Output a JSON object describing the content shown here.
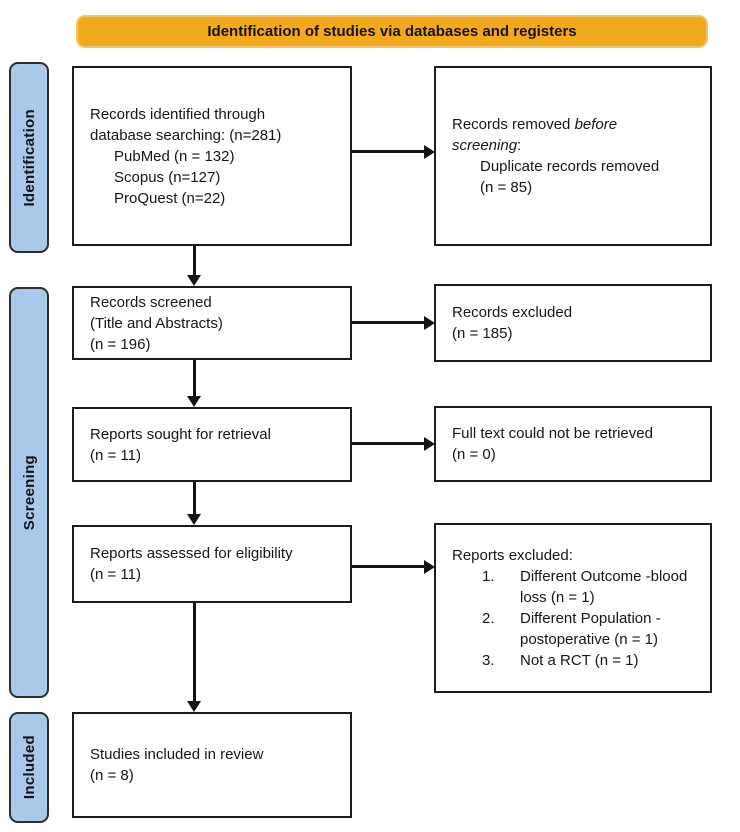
{
  "colors": {
    "banner_bg": "#F2A91C",
    "banner_border": "#F4C468",
    "stage_bg": "#A9C9EA",
    "box_border": "#1c1c1c"
  },
  "banner": {
    "label": "Identification of studies via databases and registers"
  },
  "stages": {
    "identification": "Identification",
    "screening": "Screening",
    "included": "Included"
  },
  "boxes": {
    "identified": {
      "line1": "Records identified through",
      "line2": "database searching: (n=281)",
      "sub1": "PubMed (n = 132)",
      "sub2": "Scopus (n=127)",
      "sub3": "ProQuest (n=22)"
    },
    "removed": {
      "line1_text": "Records removed",
      "line1_italic": "before",
      "line2_italic": "screening",
      "line2_colon": ":",
      "sub1": "Duplicate records removed",
      "sub2": "(n = 85)"
    },
    "screened": {
      "line1": "Records screened",
      "line2": "(Title and Abstracts)",
      "line3": "(n = 196)"
    },
    "excluded": {
      "line1": "Records excluded",
      "line2": "(n = 185)"
    },
    "sought": {
      "line1": "Reports sought for retrieval",
      "line2": "(n = 11)"
    },
    "not_retrieved": {
      "line1": "Full text could not be retrieved",
      "line2": "(n = 0)"
    },
    "assessed": {
      "line1": "Reports assessed for eligibility",
      "line2": "(n = 11)"
    },
    "reports_excluded": {
      "title": "Reports excluded:",
      "items": [
        {
          "num": "1.",
          "text": "Different Outcome -blood loss (n = 1)"
        },
        {
          "num": "2.",
          "text": "Different Population - postoperative (n = 1)"
        },
        {
          "num": "3.",
          "text": "Not a RCT (n = 1)"
        }
      ]
    },
    "included_review": {
      "line1": "Studies included in review",
      "line2": "(n = 8)"
    }
  }
}
